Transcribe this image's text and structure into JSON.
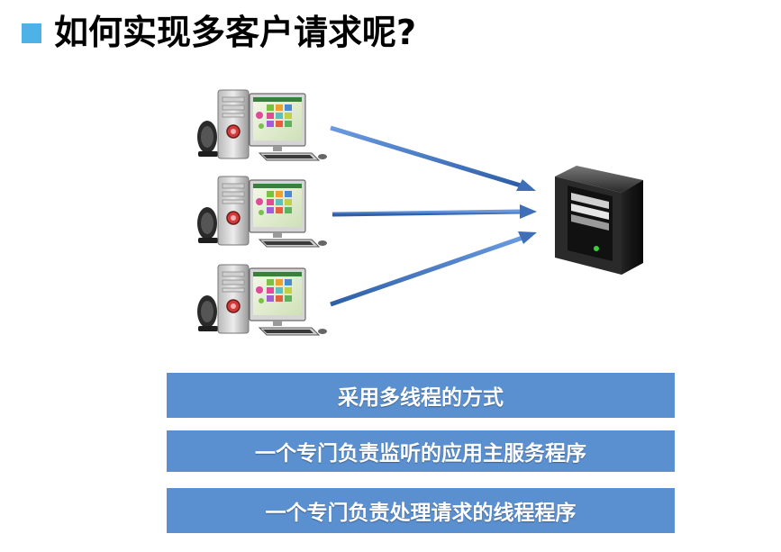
{
  "title": "如何实现多客户请求呢?",
  "colors": {
    "bullet": "#4db3e6",
    "arrow": "#4f7fc8",
    "bar": "#5b90d0"
  },
  "icons": {
    "clients": "desktop-computer-icon",
    "server": "server-tower-icon"
  },
  "methods": [
    "采用多线程的方式",
    "一个专门负责监听的应用主服务程序",
    "一个专门负责处理请求的线程程序"
  ]
}
